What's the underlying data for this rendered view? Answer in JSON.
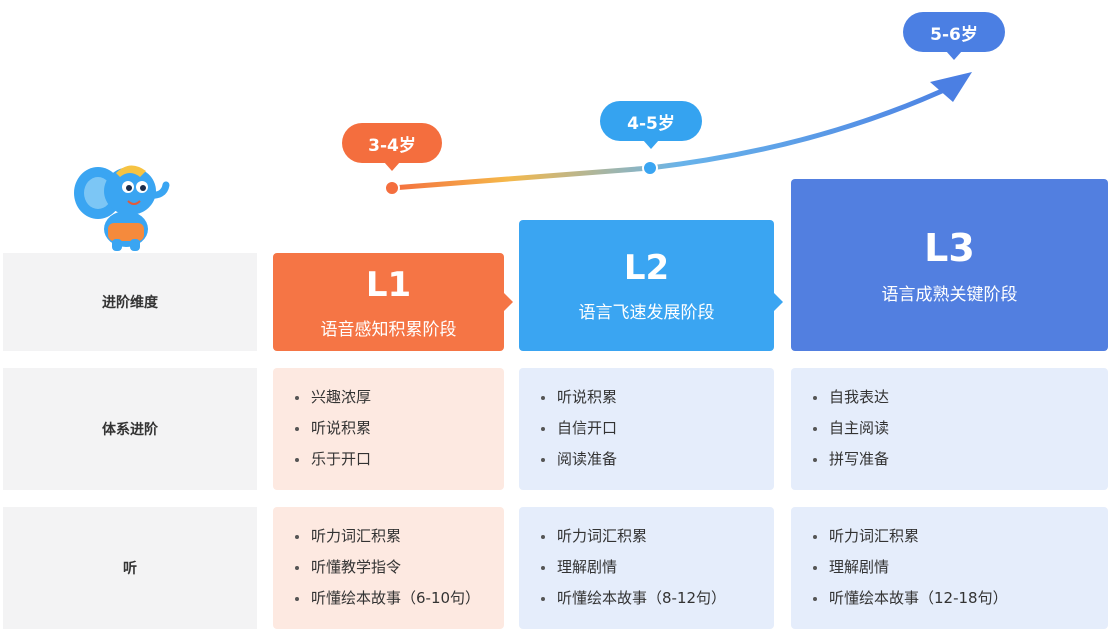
{
  "ages": {
    "l1": "3-4岁",
    "l2": "4-5岁",
    "l3": "5-6岁"
  },
  "row_labels": {
    "dimension": "进阶维度",
    "system": "体系进阶",
    "listening": "听"
  },
  "levels": [
    {
      "code": "L1",
      "name": "语音感知积累阶段"
    },
    {
      "code": "L2",
      "name": "语言飞速发展阶段"
    },
    {
      "code": "L3",
      "name": "语言成熟关键阶段"
    }
  ],
  "system_items": [
    [
      "兴趣浓厚",
      "听说积累",
      "乐于开口"
    ],
    [
      "听说积累",
      "自信开口",
      "阅读准备"
    ],
    [
      "自我表达",
      "自主阅读",
      "拼写准备"
    ]
  ],
  "listening_items": [
    [
      "听力词汇积累",
      "听懂教学指令",
      "听懂绘本故事（6-10句）"
    ],
    [
      "听力词汇积累",
      "理解剧情",
      "听懂绘本故事（8-12句）"
    ],
    [
      "听力词汇积累",
      "理解剧情",
      "听懂绘本故事（12-18句）"
    ]
  ],
  "colors": {
    "l1": "#f57545",
    "l2": "#3aa5f2",
    "l3": "#527fe0"
  },
  "mascot": "blue-elephant-mascot"
}
